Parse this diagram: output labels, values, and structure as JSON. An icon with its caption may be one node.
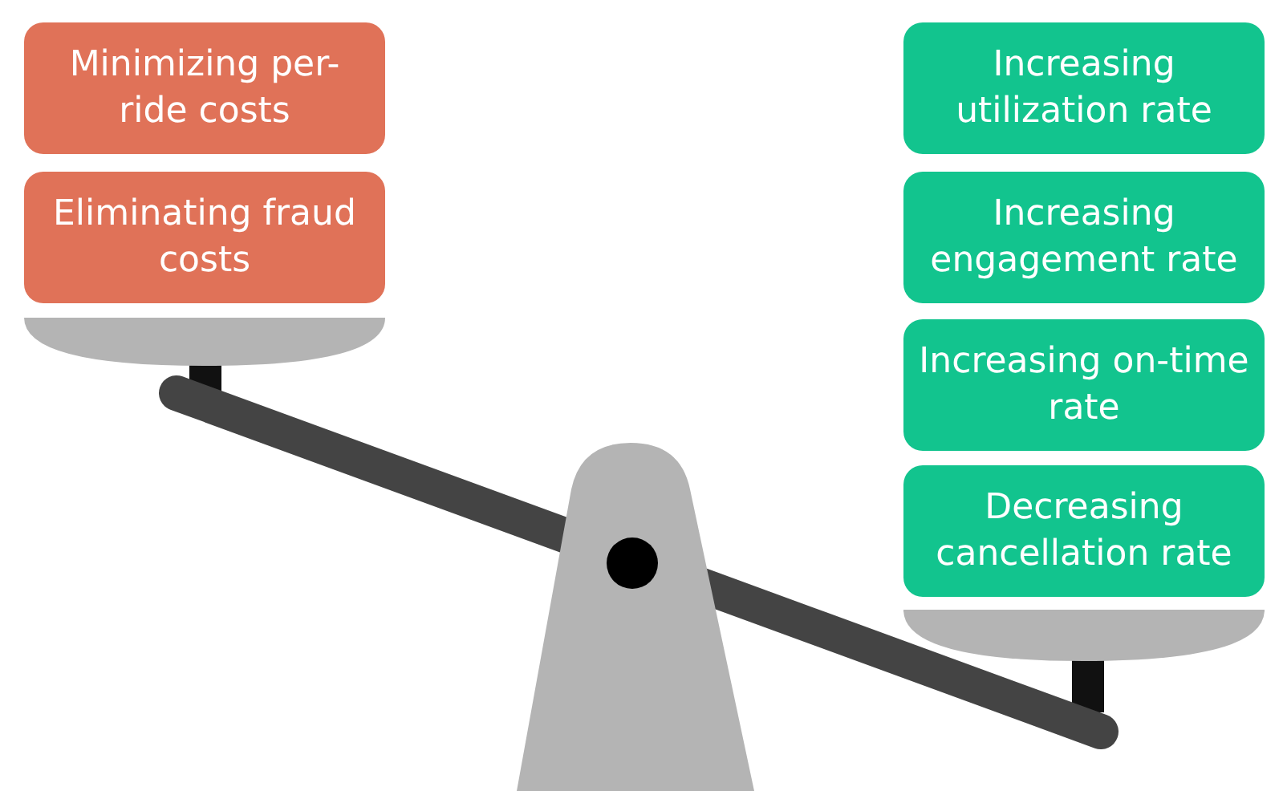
{
  "diagram": {
    "nodes": [
      {
        "text": [
          "Minimizing per-ride costs"
        ]
      },
      {
        "text": [
          "Eliminating fraud costs"
        ]
      },
      {
        "text": [
          "Increasing utilization rate"
        ]
      },
      {
        "text": [
          "Increasing engagement rate"
        ]
      },
      {
        "text": [
          "Increasing on-time rate"
        ]
      },
      {
        "text": [
          "Decreasing cancellation rate"
        ]
      }
    ],
    "edges": []
  }
}
